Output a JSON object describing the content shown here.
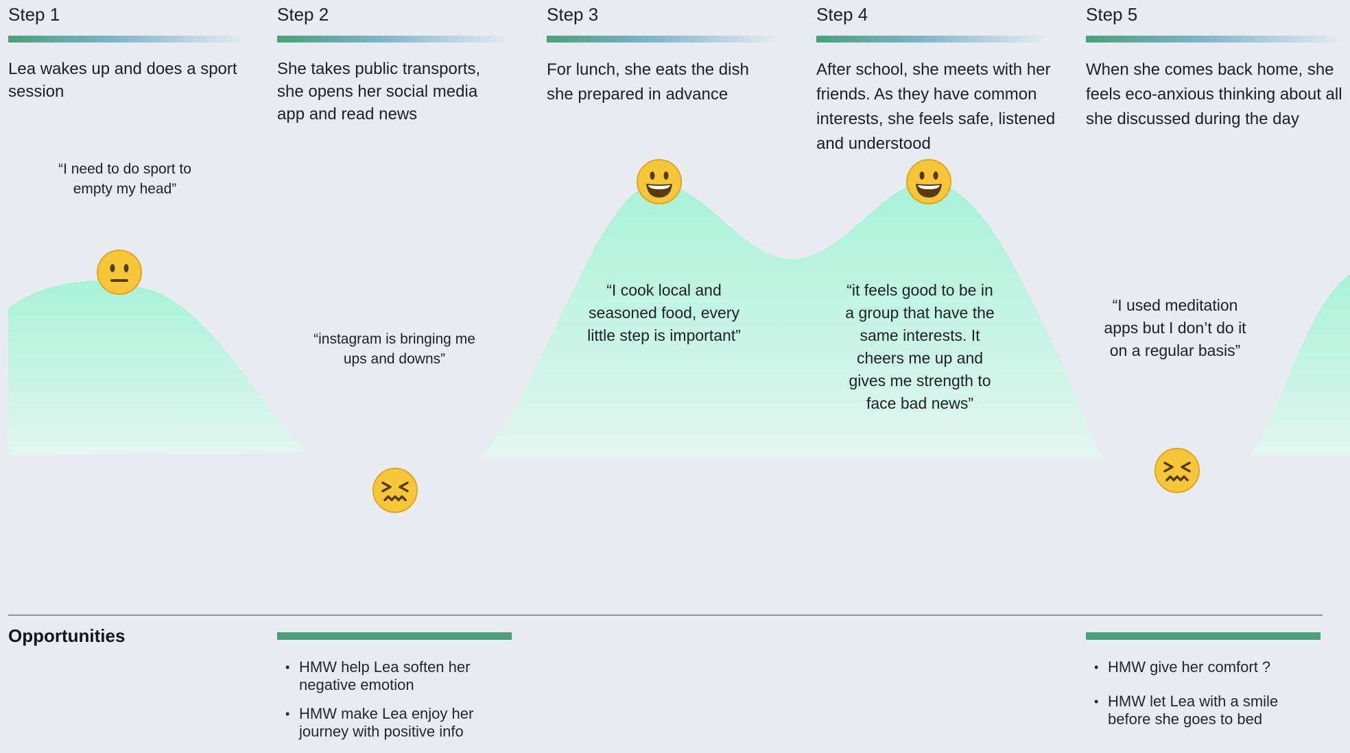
{
  "steps": [
    {
      "title": "Step 1",
      "description": "Lea wakes up and does a sport session",
      "quote": "“I need to do sport to empty my head”",
      "emotion": "neutral-face-icon"
    },
    {
      "title": "Step 2",
      "description": "She takes public transports, she opens her social media app and read news",
      "quote": "“instagram is bringing me ups and downs”",
      "emotion": "confounded-face-icon"
    },
    {
      "title": "Step 3",
      "description": "For lunch, she eats the dish she prepared in advance",
      "quote": "“I cook local and seasoned food, every little step is important”",
      "emotion": "grinning-face-icon"
    },
    {
      "title": "Step 4",
      "description": "After school, she meets with her friends. As they have common interests, she feels safe, listened and understood",
      "quote": "“it feels good to be in a group that have the same interests. It cheers me up and gives me strength to face bad news”",
      "emotion": "grinning-face-icon"
    },
    {
      "title": "Step 5",
      "description": "When she comes back home, she feels eco-anxious thinking about all she discussed during the day",
      "quote": "“I used meditation apps but I don’t do it on a regular basis”",
      "emotion": "confounded-face-icon"
    }
  ],
  "opportunities": {
    "title": "Opportunities",
    "step2": [
      "HMW help Lea soften her negative emotion",
      "HMW make Lea enjoy her journey with positive info"
    ],
    "step5": [
      "HMW give her comfort ?",
      "HMW let Lea with a smile before she goes to bed"
    ],
    "bullet": "•"
  },
  "colors": {
    "background": "#e8ebf0",
    "curve_top": "#a8f2d8",
    "accent_green": "#4a9f7a",
    "rule_blue": "#a7c6df",
    "emoji_yellow": "#f8c63b"
  }
}
